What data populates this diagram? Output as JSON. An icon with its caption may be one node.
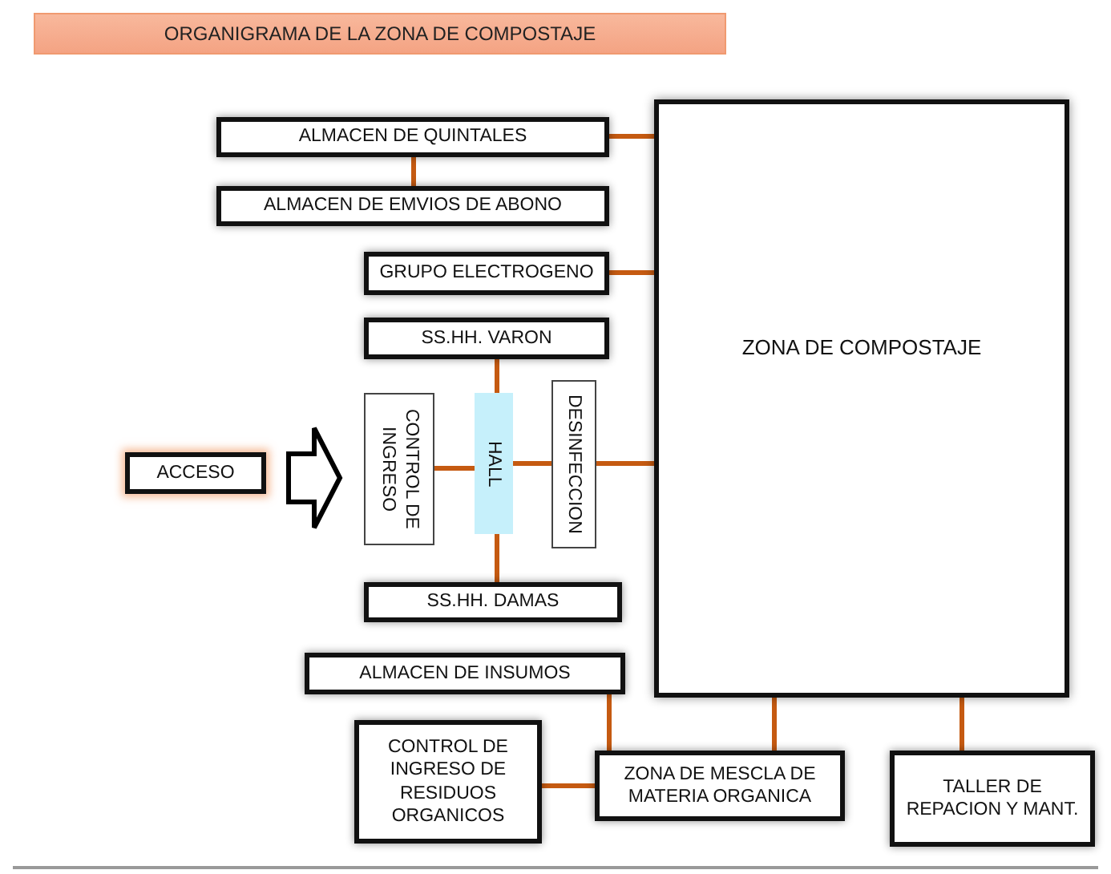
{
  "diagram": {
    "title": "ORGANIGRAMA DE LA ZONA DE COMPOSTAJE",
    "nodes": [
      {
        "text": [
          "ALMACEN DE QUINTALES"
        ]
      },
      {
        "text": [
          "ALMACEN DE EMVIOS DE ABONO"
        ]
      },
      {
        "text": [
          "GRUPO ELECTROGENO"
        ]
      },
      {
        "text": [
          "ZONA DE COMPOSTAJE"
        ]
      },
      {
        "text": [
          "SS.HH. VARON"
        ]
      },
      {
        "text": [
          "ACCESO"
        ]
      },
      {
        "text": [
          "CONTROL DE INGRESO"
        ]
      },
      {
        "text": [
          "HALL"
        ]
      },
      {
        "text": [
          "DESINFECCION"
        ]
      },
      {
        "text": [
          "SS.HH. DAMAS"
        ]
      },
      {
        "text": [
          "ALMACEN DE INSUMOS"
        ]
      },
      {
        "text": [
          "CONTROL DE INGRESO DE RESIDUOS ORGANICOS"
        ]
      },
      {
        "text": [
          "ZONA DE MESCLA DE MATERIA ORGANICA"
        ]
      },
      {
        "text": [
          "TALLER DE REPACION Y MANT."
        ]
      }
    ],
    "edges": [
      {
        "from": 0,
        "to": 3,
        "arrow": "none"
      },
      {
        "from": 0,
        "to": 1,
        "arrow": "none"
      },
      {
        "from": 2,
        "to": 3,
        "arrow": "none"
      },
      {
        "from": 5,
        "to": 6,
        "arrow": "to",
        "style": "thick",
        "color": "#000000"
      },
      {
        "from": 4,
        "to": 7,
        "arrow": "none"
      },
      {
        "from": 6,
        "to": 7,
        "arrow": "none"
      },
      {
        "from": 7,
        "to": 8,
        "arrow": "none"
      },
      {
        "from": 8,
        "to": 3,
        "arrow": "none"
      },
      {
        "from": 7,
        "to": 9,
        "arrow": "none"
      },
      {
        "from": 10,
        "to": 12,
        "arrow": "none"
      },
      {
        "from": 3,
        "to": 12,
        "arrow": "none"
      },
      {
        "from": 3,
        "to": 13,
        "arrow": "none"
      },
      {
        "from": 11,
        "to": 12,
        "arrow": "none"
      }
    ]
  }
}
